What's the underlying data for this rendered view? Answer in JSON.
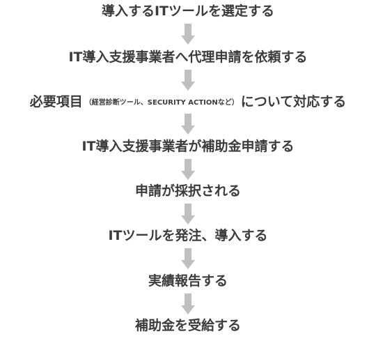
{
  "steps": [
    {
      "text": "導入するITツールを選定する"
    },
    {
      "text": "IT導入支援事業者へ代理申請を依頼する"
    },
    {
      "text_main": "必要項目",
      "text_note": "（経営診断ツール、SECURITY ACTIONなど）",
      "text_tail": "について対応する"
    },
    {
      "text": "IT導入支援事業者が補助金申請する"
    },
    {
      "text": "申請が採択される"
    },
    {
      "text": "ITツールを発注、導入する"
    },
    {
      "text": "実績報告する"
    },
    {
      "text": "補助金を受給する"
    }
  ],
  "colors": {
    "text": "#3b3b3b",
    "arrow": "#bfbfbf"
  }
}
